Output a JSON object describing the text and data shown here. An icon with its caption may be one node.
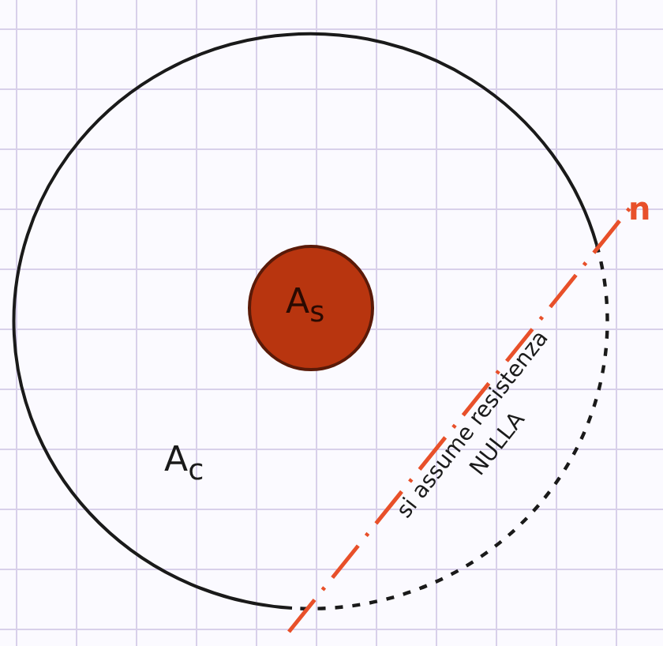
{
  "diagram": {
    "nodes": [
      {
        "text": [
          "A$_{c}$"
        ]
      },
      {
        "text": [
          "A$_{s}$"
        ],
        "in": 0
      }
    ],
    "labels": [
      "n",
      "si assume resistenza NULLA"
    ]
  }
}
